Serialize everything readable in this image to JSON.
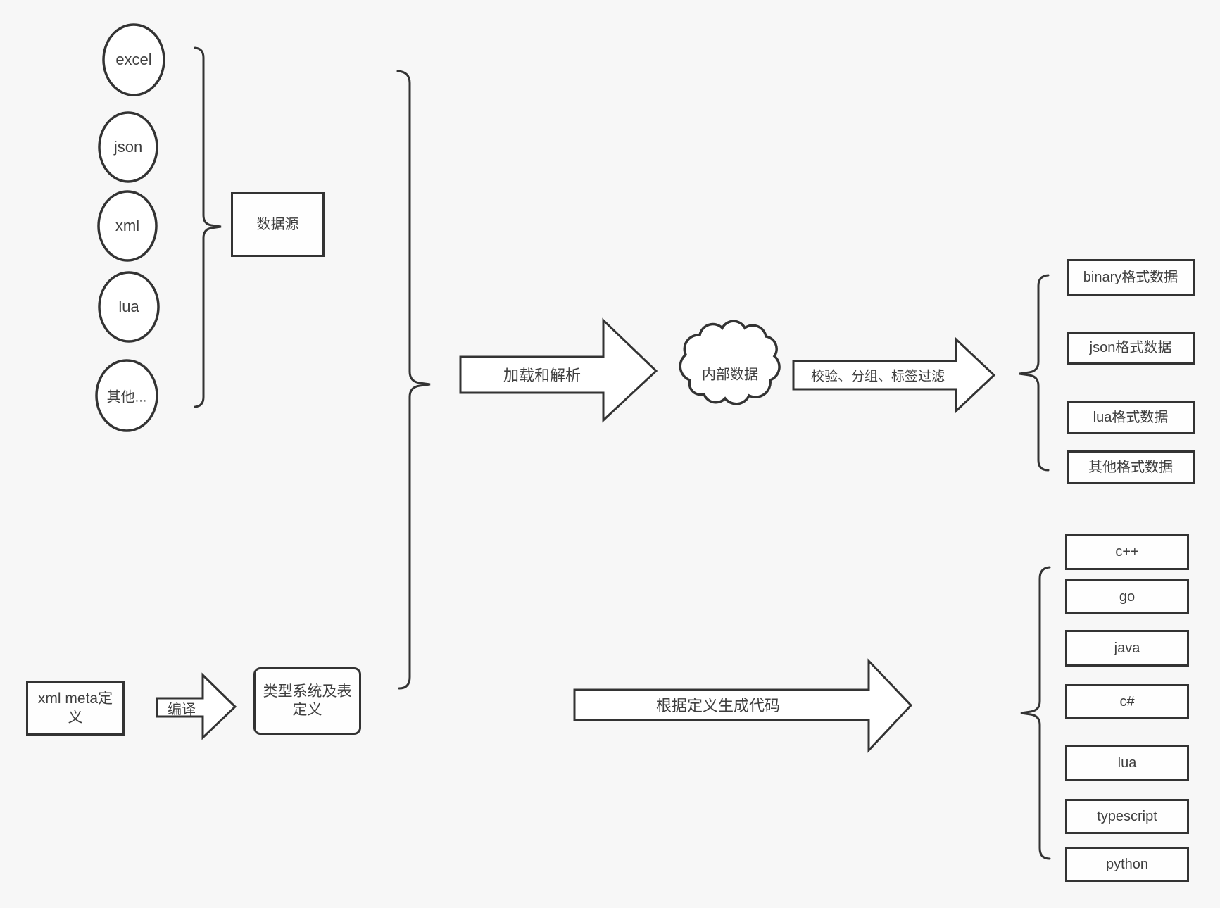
{
  "diagram": {
    "background_color": "#f7f7f7",
    "stroke_color": "#333333",
    "text_color": "#3f3f3f",
    "sources": {
      "items": [
        "excel",
        "json",
        "xml",
        "lua",
        "其他..."
      ],
      "group_label": "数据源"
    },
    "flow": {
      "load_arrow_label": "加载和解析",
      "internal_data_label": "内部数据",
      "filter_arrow_label": "校验、分组、标签过滤",
      "output_formats": [
        "binary格式数据",
        "json格式数据",
        "lua格式数据",
        "其他格式数据"
      ]
    },
    "definition": {
      "xml_meta_label": "xml meta定\n义",
      "compile_arrow_label": "编译",
      "type_system_label": "类型系统及表\n定义",
      "codegen_arrow_label": "根据定义生成代码",
      "languages": [
        "c++",
        "go",
        "java",
        "c#",
        "lua",
        "typescript",
        "python"
      ]
    }
  }
}
